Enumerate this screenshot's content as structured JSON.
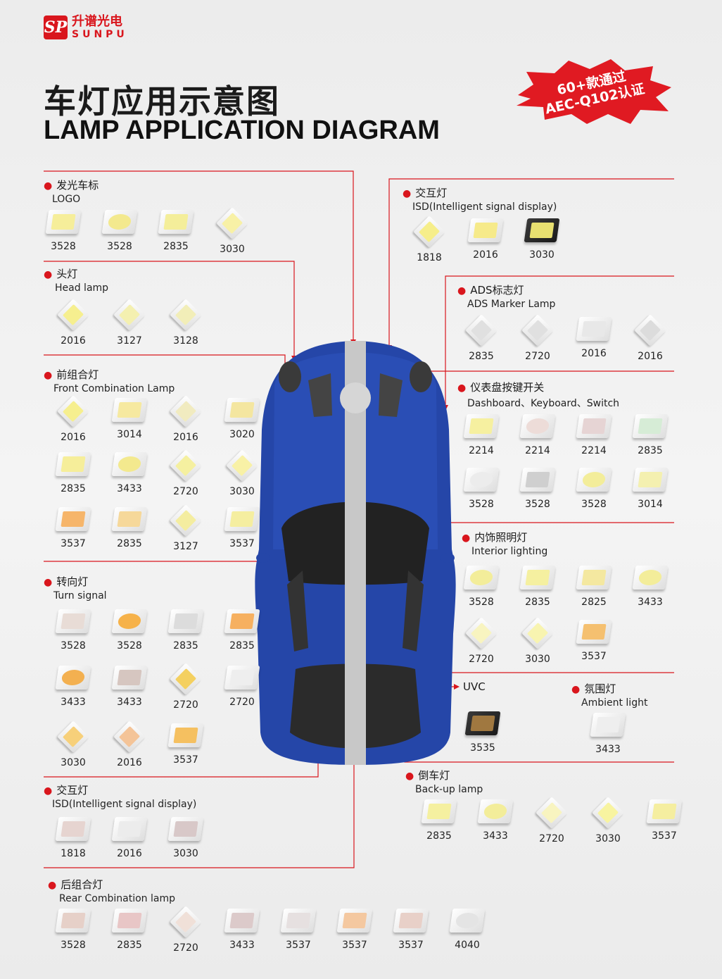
{
  "brand": {
    "name_cn": "升谱光电",
    "name_en": "SUNPU"
  },
  "title": {
    "cn": "车灯应用示意图",
    "en": "LAMP APPLICATION DIAGRAM"
  },
  "badge": {
    "line1": "60+款通过",
    "line2": "AEC-Q102认证",
    "color": "#e01a22"
  },
  "colors": {
    "accent": "#d9161d",
    "car_body": "#2546a8",
    "stripe": "#c8c8c8"
  },
  "sections": {
    "logo": {
      "cn": "发光车标",
      "en": "LOGO",
      "items": [
        {
          "code": "3528",
          "color": "#f6ee9a",
          "shape": "square"
        },
        {
          "code": "3528",
          "color": "#f3e98e",
          "shape": "round"
        },
        {
          "code": "2835",
          "color": "#f4ee9a",
          "shape": "square"
        },
        {
          "code": "3030",
          "color": "#f8f1a6",
          "shape": "diamond"
        }
      ]
    },
    "head": {
      "cn": "头灯",
      "en": "Head lamp",
      "items": [
        {
          "code": "2016",
          "color": "#f6ef8f",
          "shape": "diamond"
        },
        {
          "code": "3127",
          "color": "#f4f0b0",
          "shape": "diamond"
        },
        {
          "code": "3128",
          "color": "#f2eeb8",
          "shape": "diamond"
        }
      ]
    },
    "front": {
      "cn": "前组合灯",
      "en": "Front Combination Lamp",
      "items": [
        {
          "code": "2016",
          "color": "#f6ef8f",
          "shape": "diamond"
        },
        {
          "code": "3014",
          "color": "#f6e9a0",
          "shape": "square"
        },
        {
          "code": "2016",
          "color": "#f1ebc0",
          "shape": "diamond"
        },
        {
          "code": "3020",
          "color": "#f4e6a0",
          "shape": "square"
        },
        {
          "code": "2835",
          "color": "#f6ee9a",
          "shape": "square"
        },
        {
          "code": "3433",
          "color": "#f3e98e",
          "shape": "round"
        },
        {
          "code": "2720",
          "color": "#f5f0a0",
          "shape": "diamond"
        },
        {
          "code": "3030",
          "color": "#f8f1a6",
          "shape": "diamond"
        },
        {
          "code": "3537",
          "color": "#f6b56a",
          "shape": "square"
        },
        {
          "code": "2835",
          "color": "#f6d89a",
          "shape": "square"
        },
        {
          "code": "3127",
          "color": "#f4eda0",
          "shape": "diamond"
        },
        {
          "code": "3537",
          "color": "#f5eea0",
          "shape": "square"
        }
      ]
    },
    "turn": {
      "cn": "转向灯",
      "en": "Turn signal",
      "items": [
        {
          "code": "3528",
          "color": "#e8dcd6",
          "shape": "square"
        },
        {
          "code": "3528",
          "color": "#f6b24a",
          "shape": "round"
        },
        {
          "code": "2835",
          "color": "#dcdcdc",
          "shape": "square"
        },
        {
          "code": "2835",
          "color": "#f6b060",
          "shape": "square"
        },
        {
          "code": "3433",
          "color": "#f3b050",
          "shape": "round"
        },
        {
          "code": "3433",
          "color": "#d6c6c0",
          "shape": "square"
        },
        {
          "code": "2720",
          "color": "#f4d060",
          "shape": "diamond"
        },
        {
          "code": "2720",
          "color": "#eeeeee",
          "shape": "square"
        },
        {
          "code": "3030",
          "color": "#f7d07a",
          "shape": "diamond"
        },
        {
          "code": "2016",
          "color": "#f4c498",
          "shape": "diamond"
        },
        {
          "code": "3537",
          "color": "#f5c060",
          "shape": "square"
        }
      ]
    },
    "isd_left": {
      "cn": "交互灯",
      "en": "ISD(Intelligent signal display)",
      "items": [
        {
          "code": "1818",
          "color": "#e6d4d0",
          "shape": "square"
        },
        {
          "code": "2016",
          "color": "#ececec",
          "shape": "square"
        },
        {
          "code": "3030",
          "color": "#d8c8c8",
          "shape": "square"
        }
      ]
    },
    "rear": {
      "cn": "后组合灯",
      "en": "Rear Combination lamp",
      "items": [
        {
          "code": "3528",
          "color": "#e6d0c8",
          "shape": "square"
        },
        {
          "code": "2835",
          "color": "#e8c6c6",
          "shape": "square"
        },
        {
          "code": "2720",
          "color": "#f0e0d8",
          "shape": "diamond"
        },
        {
          "code": "3433",
          "color": "#dccaca",
          "shape": "square"
        },
        {
          "code": "3537",
          "color": "#e6e0e0",
          "shape": "square"
        },
        {
          "code": "3537",
          "color": "#f4c8a0",
          "shape": "square"
        },
        {
          "code": "3537",
          "color": "#e8d0c8",
          "shape": "square"
        },
        {
          "code": "4040",
          "color": "#e4e4e4",
          "shape": "round"
        }
      ]
    },
    "isd_right": {
      "cn": "交互灯",
      "en": "ISD(Intelligent signal display)",
      "items": [
        {
          "code": "1818",
          "color": "#f6ee8a",
          "shape": "diamond"
        },
        {
          "code": "2016",
          "color": "#f6ea8a",
          "shape": "square"
        },
        {
          "code": "3030",
          "color": "#e8e070",
          "shape": "dark"
        }
      ]
    },
    "ads": {
      "cn": "ADS标志灯",
      "en": "ADS Marker Lamp",
      "items": [
        {
          "code": "2835",
          "color": "#e0e0e0",
          "shape": "diamond"
        },
        {
          "code": "2720",
          "color": "#e0e0e0",
          "shape": "diamond"
        },
        {
          "code": "2016",
          "color": "#e8e8e8",
          "shape": "square"
        },
        {
          "code": "2016",
          "color": "#dcdcdc",
          "shape": "diamond"
        }
      ]
    },
    "dash": {
      "cn": "仪表盘按键开关",
      "en": "Dashboard、Keyboard、Switch",
      "items": [
        {
          "code": "2214",
          "color": "#f6f0a0",
          "shape": "square"
        },
        {
          "code": "2214",
          "color": "#eddcd8",
          "shape": "round"
        },
        {
          "code": "2214",
          "color": "#e6d4d4",
          "shape": "square"
        },
        {
          "code": "2835",
          "color": "#d6ecd6",
          "shape": "square"
        },
        {
          "code": "3528",
          "color": "#ececec",
          "shape": "round"
        },
        {
          "code": "3528",
          "color": "#cfcfcf",
          "shape": "square"
        },
        {
          "code": "3528",
          "color": "#f3ed9a",
          "shape": "round"
        },
        {
          "code": "3014",
          "color": "#f4f0b0",
          "shape": "square"
        }
      ]
    },
    "interior": {
      "cn": "内饰照明灯",
      "en": "Interior lighting",
      "items": [
        {
          "code": "3528",
          "color": "#f3ed9a",
          "shape": "round"
        },
        {
          "code": "2835",
          "color": "#f5f0a0",
          "shape": "square"
        },
        {
          "code": "2825",
          "color": "#f4e8a0",
          "shape": "square"
        },
        {
          "code": "3433",
          "color": "#f3ed9a",
          "shape": "round"
        },
        {
          "code": "2720",
          "color": "#f8f4c0",
          "shape": "diamond"
        },
        {
          "code": "3030",
          "color": "#f8f4b0",
          "shape": "diamond"
        },
        {
          "code": "3537",
          "color": "#f5c070",
          "shape": "square"
        }
      ]
    },
    "uvc": {
      "cn": "",
      "en": "UVC",
      "items": [
        {
          "code": "3535",
          "color": "#a07840",
          "shape": "dark"
        }
      ]
    },
    "ambient": {
      "cn": "氛围灯",
      "en": "Ambient light",
      "items": [
        {
          "code": "3433",
          "color": "#eeeeee",
          "shape": "square"
        }
      ]
    },
    "backup": {
      "cn": "倒车灯",
      "en": "Back-up lamp",
      "items": [
        {
          "code": "2835",
          "color": "#f5f0a0",
          "shape": "square"
        },
        {
          "code": "3433",
          "color": "#f3ed9a",
          "shape": "round"
        },
        {
          "code": "2720",
          "color": "#f8f4c0",
          "shape": "diamond"
        },
        {
          "code": "3030",
          "color": "#f8f4a0",
          "shape": "diamond"
        },
        {
          "code": "3537",
          "color": "#f5eea0",
          "shape": "square"
        }
      ]
    }
  }
}
